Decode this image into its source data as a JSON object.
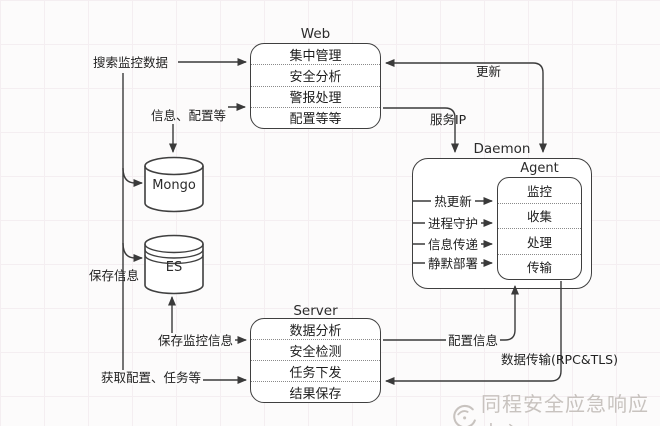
{
  "web": {
    "title": "Web",
    "rows": [
      "集中管理",
      "安全分析",
      "警报处理",
      "配置等等"
    ]
  },
  "server": {
    "title": "Server",
    "rows": [
      "数据分析",
      "安全检测",
      "任务下发",
      "结果保存"
    ]
  },
  "daemon": {
    "title": "Daemon",
    "features": [
      "热更新",
      "进程守护",
      "信息传递",
      "静默部署"
    ]
  },
  "agent": {
    "title": "Agent",
    "rows": [
      "监控",
      "收集",
      "处理",
      "传输"
    ]
  },
  "databases": {
    "mongo": "Mongo",
    "es": "ES"
  },
  "edges": {
    "search": "搜索监控数据",
    "info_config": "信息、配置等",
    "save_info": "保存信息",
    "save_monitor": "保存监控信息",
    "get_config": "获取配置、任务等",
    "update": "更新",
    "service_ip": "服务IP",
    "config_info": "配置信息",
    "data_transfer": "数据传输(RPC&TLS)"
  },
  "watermark": {
    "text": "同程安全应急响应中心"
  },
  "colors": {
    "line": "#3a3a3a",
    "border": "#3f3f3f",
    "text": "#1d1d1d",
    "watermark": "#c8c3bf",
    "background": "#fcfbfb",
    "grid": "#f4eef1"
  }
}
